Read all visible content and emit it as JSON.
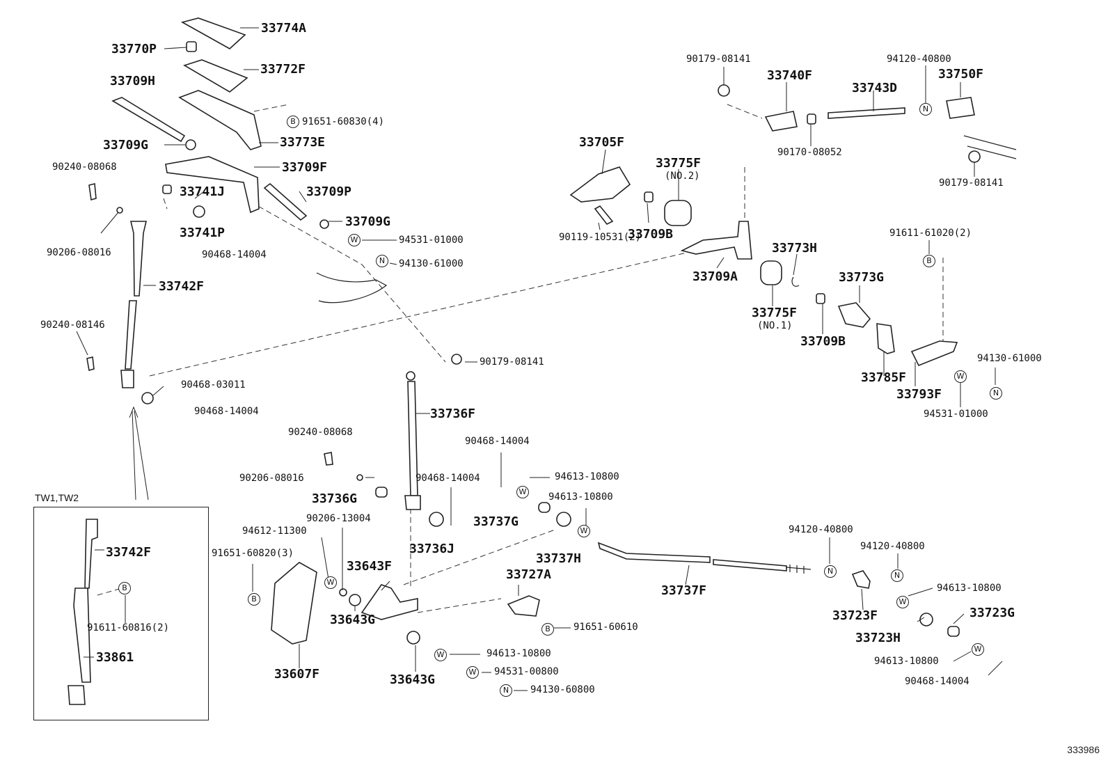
{
  "inset_title": "TW1,TW2",
  "catalog_number": "333986",
  "symbols": {
    "bolt": "B",
    "washer": "W",
    "nut": "N"
  },
  "labels": {
    "p33774A": "33774A",
    "p33770P": "33770P",
    "p33772F": "33772F",
    "p33709H": "33709H",
    "p91651_60830": "91651-60830(4)",
    "p33709G_a": "33709G",
    "p33773E": "33773E",
    "p90240_08068_a": "90240-08068",
    "p33709F": "33709F",
    "p33741J": "33741J",
    "p33709P": "33709P",
    "p33709G_b": "33709G",
    "p33741P": "33741P",
    "p94531_01000_a": "94531-01000",
    "p90206_08016_a": "90206-08016",
    "p90468_14004_a": "90468-14004",
    "p94130_61000_a": "94130-61000",
    "p33742F_a": "33742F",
    "p90240_08146": "90240-08146",
    "p90468_03011": "90468-03011",
    "p90468_14004_b": "90468-14004",
    "p90179_08141_a": "90179-08141",
    "p33736F": "33736F",
    "p90240_08068_b": "90240-08068",
    "p90468_14004_c": "90468-14004",
    "p90206_08016_b": "90206-08016",
    "p90468_14004_d": "90468-14004",
    "p94613_10800_a": "94613-10800",
    "p33736G": "33736G",
    "p94613_10800_b": "94613-10800",
    "p90206_13004": "90206-13004",
    "p33737G": "33737G",
    "p94612_11300": "94612-11300",
    "p33736J": "33736J",
    "p33737H": "33737H",
    "p91651_60820": "91651-60820(3)",
    "p33643F": "33643F",
    "p33727A": "33727A",
    "p33643G_a": "33643G",
    "p91651_60610": "91651-60610",
    "p33607F": "33607F",
    "p33643G_b": "33643G",
    "p94613_10800_c": "94613-10800",
    "p94531_00800": "94531-00800",
    "p94130_60800": "94130-60800",
    "p33737F": "33737F",
    "p94120_40800_a": "94120-40800",
    "p94120_40800_b": "94120-40800",
    "p94613_10800_d": "94613-10800",
    "p33723F": "33723F",
    "p33723G": "33723G",
    "p33723H": "33723H",
    "p94613_10800_e": "94613-10800",
    "p90468_14004_e": "90468-14004",
    "p90179_08141_b": "90179-08141",
    "p33740F": "33740F",
    "p94120_40800_c": "94120-40800",
    "p33743D": "33743D",
    "p33750F": "33750F",
    "p90170_08052": "90170-08052",
    "p90179_08141_c": "90179-08141",
    "p33705F": "33705F",
    "p33775F_2": "33775F",
    "p33775F_2_note": "(NO.2)",
    "p33709B_a": "33709B",
    "p90119_10531": "90119-10531(2)",
    "p33709A": "33709A",
    "p33773H": "33773H",
    "p33775F_1": "33775F",
    "p33775F_1_note": "(NO.1)",
    "p91611_61020": "91611-61020(2)",
    "p33773G": "33773G",
    "p33709B_b": "33709B",
    "p33785F": "33785F",
    "p94130_61000_b": "94130-61000",
    "p33793F": "33793F",
    "p94531_01000_b": "94531-01000",
    "p33742F_b": "33742F",
    "p91611_60816": "91611-60816(2)",
    "p33861": "33861"
  }
}
